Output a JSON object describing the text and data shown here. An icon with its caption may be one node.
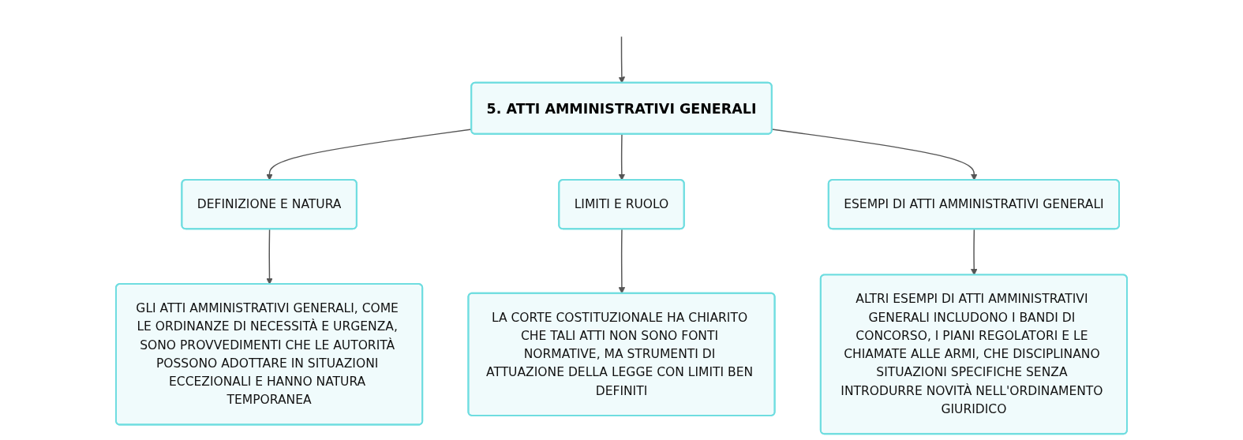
{
  "diagram": {
    "nodes": [
      {
        "text": [
          "5. ATTI AMMINISTRATIVI GENERALI"
        ]
      },
      {
        "text": [
          "DEFINIZIONE E NATURA"
        ]
      },
      {
        "text": [
          "LIMITI E RUOLO"
        ]
      },
      {
        "text": [
          "ESEMPI DI ATTI AMMINISTRATIVI GENERALI"
        ]
      },
      {
        "text": [
          "GLI ATTI AMMINISTRATIVI GENERALI, COME LE ORDINANZE DI NECESSITÀ E URGENZA, SONO PROVVEDIMENTI CHE LE AUTORITÀ POSSONO ADOTTARE IN SITUAZIONI ECCEZIONALI E HANNO NATURA TEMPORANEA"
        ]
      },
      {
        "text": [
          "LA CORTE COSTITUZIONALE HA CHIARITO CHE TALI ATTI NON SONO FONTI NORMATIVE, MA STRUMENTI DI ATTUAZIONE DELLA LEGGE CON LIMITI BEN DEFINITI"
        ]
      },
      {
        "text": [
          "ALTRI ESEMPI DI ATTI AMMINISTRATIVI GENERALI INCLUDONO I BANDI DI CONCORSO, I PIANI REGOLATORI E LE CHIAMATE ALLE ARMI, CHE DISCIPLINANO SITUAZIONI SPECIFICHE SENZA INTRODURRE NOVITÀ NELL'ORDINAMENTO GIURIDICO"
        ]
      }
    ],
    "edges": [
      {
        "from": null,
        "to": 0,
        "arrow": "to"
      },
      {
        "from": 0,
        "to": 1,
        "arrow": "to"
      },
      {
        "from": 0,
        "to": 2,
        "arrow": "to"
      },
      {
        "from": 0,
        "to": 3,
        "arrow": "to"
      },
      {
        "from": 1,
        "to": 4,
        "arrow": "to"
      },
      {
        "from": 2,
        "to": 5,
        "arrow": "to"
      },
      {
        "from": 3,
        "to": 6,
        "arrow": "to"
      }
    ]
  }
}
